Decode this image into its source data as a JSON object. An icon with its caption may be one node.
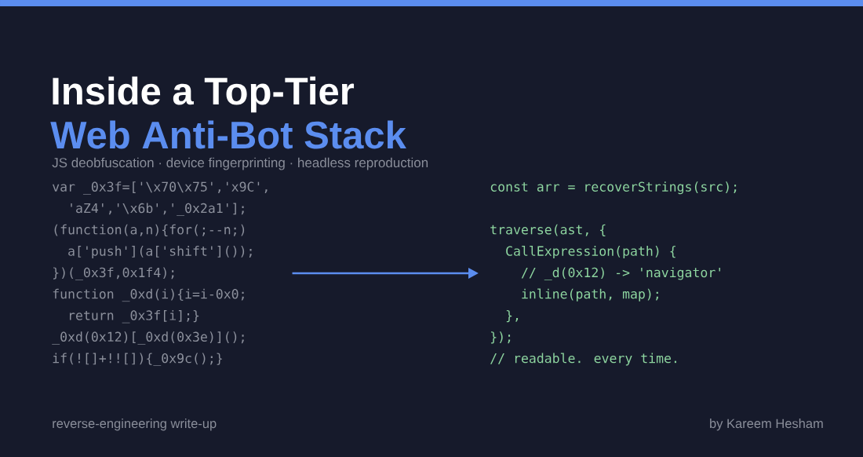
{
  "diagram": {
    "title": "Inside a Top-Tier",
    "nodes": [
      {
        "text": [
          "var _0x3f=['\\x70\\x75','x9C',",
          "'aZ4','\\x6b','_0x2a1'];",
          "(function(a,n){for(;--n;)",
          "a['push'](a['shift']());",
          "})(_0x3f,0x1f4);",
          "function _0xd(i){i=i-0x0;",
          "return _0x3f[i];}",
          "_0xd(0x12)[_0xd(0x3e)]();",
          "if(![]+!![]){_0x9c();}"
        ]
      },
      {
        "text": [
          "const arr = recoverStrings(src);",
          "traverse(ast, {",
          "CallExpression(path) {",
          "// _d(0x12) -> 'navigator'",
          "inline(path, map);",
          "},",
          "});",
          "// readable. every time."
        ]
      }
    ],
    "edges": [
      {
        "from": 0,
        "to": 1,
        "arrow": "to"
      }
    ],
    "labels": [
      "Web Anti-Bot Stack",
      "JS deobfuscation · device fingerprinting · headless reproduction",
      "reverse-engineering write-up",
      "by Kareem Hesham"
    ]
  }
}
